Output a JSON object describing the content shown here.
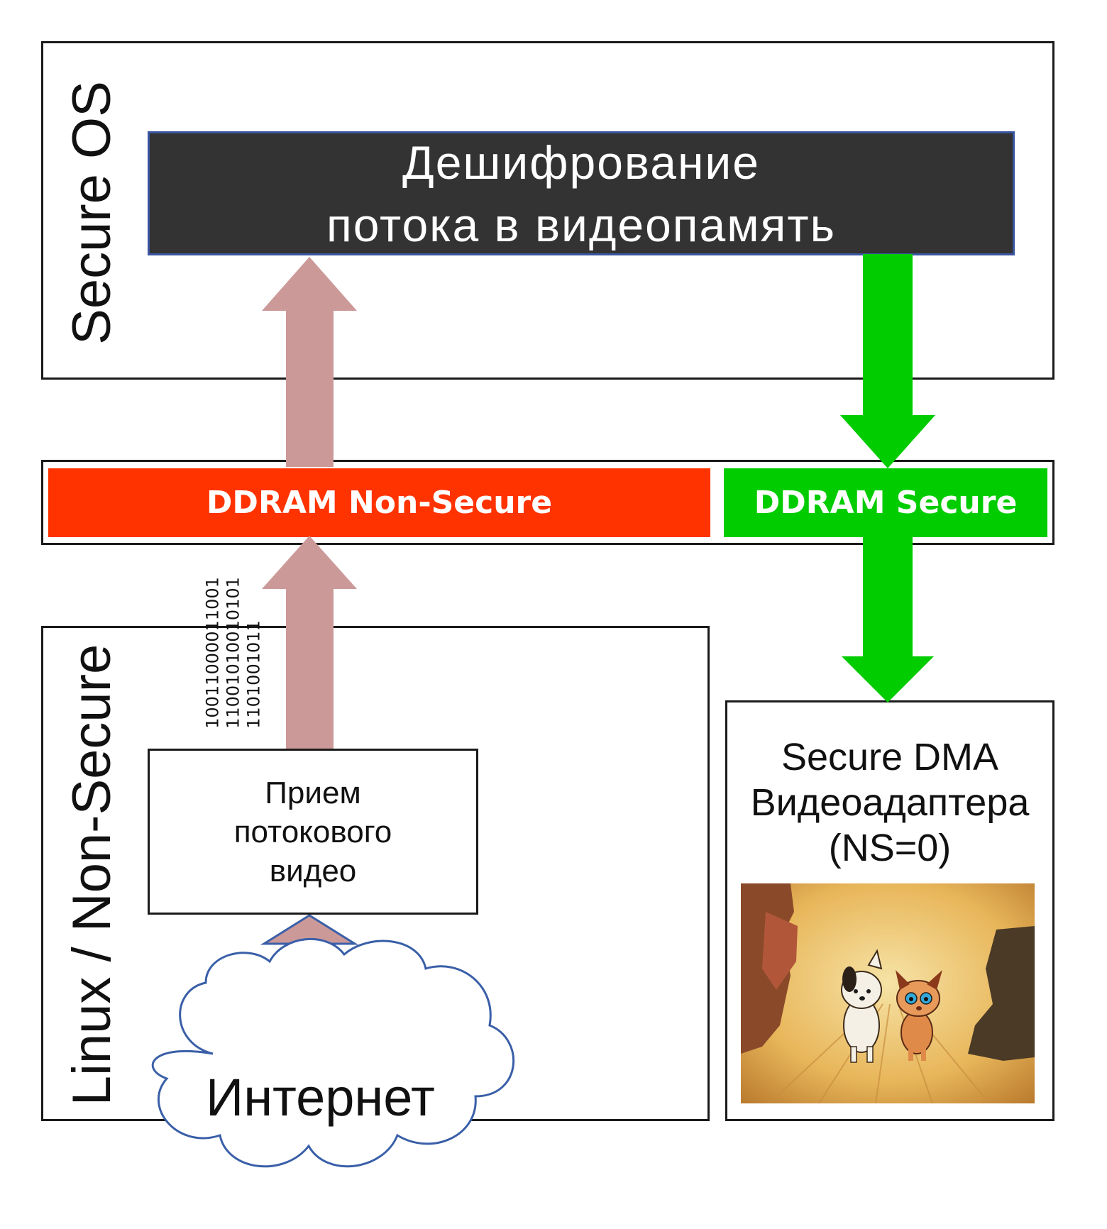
{
  "secure_os": {
    "label": "Secure OS"
  },
  "decrypt_block": {
    "line1": "Дешифрование",
    "line2": "потока в видеопамять"
  },
  "ddram": {
    "non_secure_label": "DDRAM Non-Secure",
    "secure_label": "DDRAM Secure"
  },
  "linux": {
    "label": "Linux / Non-Secure"
  },
  "binary_stream": [
    "10011000011001",
    "11001010010101",
    "1101001011"
  ],
  "receive_block": {
    "line1": "Прием",
    "line2": "потокового",
    "line3": "видео"
  },
  "internet": {
    "label": "Интернет"
  },
  "dma_block": {
    "line1": "Secure DMA",
    "line2": "Видеоадаптера",
    "line3": "(NS=0)"
  },
  "colors": {
    "non_secure_flow": "#cc9999",
    "secure_flow": "#00cc00",
    "ddram_non_secure": "#ff3300",
    "ddram_secure": "#00cc00",
    "decrypt_bg": "#333333",
    "cloud_stroke": "#3a5fa8"
  },
  "icons": {
    "cartoon": "cartoon-puppy-and-kitten-image",
    "cloud": "cloud-icon"
  }
}
